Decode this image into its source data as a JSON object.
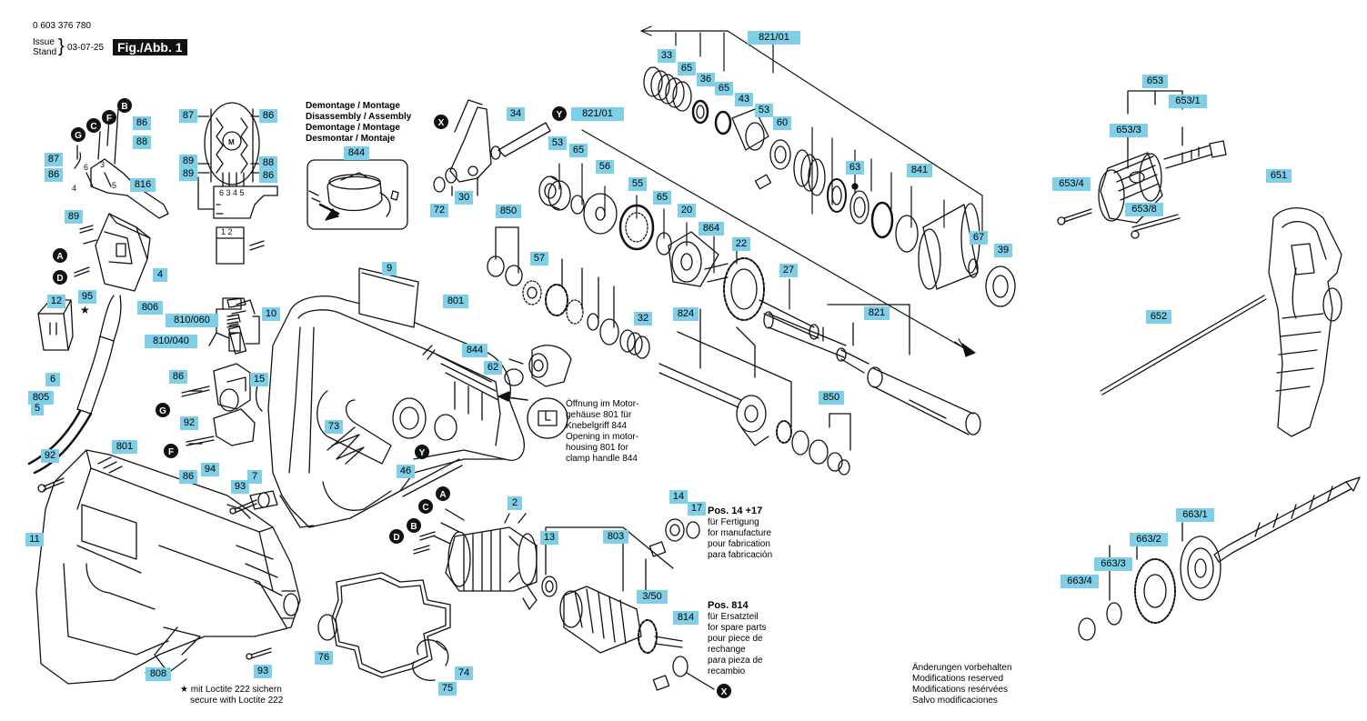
{
  "header": {
    "part_no": "0 603 376 780",
    "issue": "Issue",
    "stand": "Stand",
    "date": "03-07-25",
    "fig": "Fig./Abb. 1"
  },
  "notes": {
    "assembly": [
      "Demontage / Montage",
      "Disassembly / Assembly",
      "Demontage / Montage",
      "Desmontar / Montaje"
    ],
    "opening": [
      "Öffnung im Motor-",
      "gehäuse 801 für",
      "Knebelgriff 844",
      "Opening in motor-",
      "housing 801 for",
      "clamp handle 844"
    ],
    "pos1417_title": "Pos. 14 +17",
    "pos1417": [
      "für Fertigung",
      "for manufacture",
      "pour fabrication",
      "para fabricaciòn"
    ],
    "pos814_title": "Pos. 814",
    "pos814": [
      "für Ersatzteil",
      "for spare parts",
      "pour piece de",
      "rechange",
      "para pieza de",
      "recambio"
    ],
    "loctite": [
      "★ mit Loctite 222 sichern",
      "secure with Loctite 222"
    ],
    "modifications": [
      "Änderungen vorbehalten",
      "Modifications reserved",
      "Modifications resérvées",
      "Salvo modificaciones"
    ]
  },
  "letters": [
    "A",
    "B",
    "C",
    "D",
    "F",
    "G",
    "X",
    "Y"
  ],
  "labels": [
    {
      "text": "33"
    },
    {
      "text": "65"
    },
    {
      "text": "36"
    },
    {
      "text": "65"
    },
    {
      "text": "821/01"
    },
    {
      "text": "43"
    },
    {
      "text": "53"
    },
    {
      "text": "60"
    },
    {
      "text": "34"
    },
    {
      "text": "821/01"
    },
    {
      "text": "53"
    },
    {
      "text": "65"
    },
    {
      "text": "56"
    },
    {
      "text": "63"
    },
    {
      "text": "841"
    },
    {
      "text": "55"
    },
    {
      "text": "65"
    },
    {
      "text": "20"
    },
    {
      "text": "22"
    },
    {
      "text": "864"
    },
    {
      "text": "30"
    },
    {
      "text": "72"
    },
    {
      "text": "850"
    },
    {
      "text": "57"
    },
    {
      "text": "27"
    },
    {
      "text": "67"
    },
    {
      "text": "39"
    },
    {
      "text": "801"
    },
    {
      "text": "9"
    },
    {
      "text": "844"
    },
    {
      "text": "62"
    },
    {
      "text": "32"
    },
    {
      "text": "824"
    },
    {
      "text": "821"
    },
    {
      "text": "850"
    },
    {
      "text": "87"
    },
    {
      "text": "86"
    },
    {
      "text": "89"
    },
    {
      "text": "89"
    },
    {
      "text": "88"
    },
    {
      "text": "86"
    },
    {
      "text": "844"
    },
    {
      "text": "86"
    },
    {
      "text": "88"
    },
    {
      "text": "87"
    },
    {
      "text": "86"
    },
    {
      "text": "816"
    },
    {
      "text": "89"
    },
    {
      "text": "4"
    },
    {
      "text": "95"
    },
    {
      "text": "12"
    },
    {
      "text": "806"
    },
    {
      "text": "810/060"
    },
    {
      "text": "10"
    },
    {
      "text": "810/040"
    },
    {
      "text": "6"
    },
    {
      "text": "805"
    },
    {
      "text": "5"
    },
    {
      "text": "86"
    },
    {
      "text": "15"
    },
    {
      "text": "92"
    },
    {
      "text": "73"
    },
    {
      "text": "86"
    },
    {
      "text": "94"
    },
    {
      "text": "92"
    },
    {
      "text": "801"
    },
    {
      "text": "93"
    },
    {
      "text": "7"
    },
    {
      "text": "46"
    },
    {
      "text": "11"
    },
    {
      "text": "93"
    },
    {
      "text": "808"
    },
    {
      "text": "2"
    },
    {
      "text": "13"
    },
    {
      "text": "803"
    },
    {
      "text": "3/50"
    },
    {
      "text": "814"
    },
    {
      "text": "14"
    },
    {
      "text": "17"
    },
    {
      "text": "76"
    },
    {
      "text": "74"
    },
    {
      "text": "75"
    },
    {
      "text": "653"
    },
    {
      "text": "653/1"
    },
    {
      "text": "653/3"
    },
    {
      "text": "653/4"
    },
    {
      "text": "653/8"
    },
    {
      "text": "651"
    },
    {
      "text": "652"
    },
    {
      "text": "663/1"
    },
    {
      "text": "663/2"
    },
    {
      "text": "663/3"
    },
    {
      "text": "663/4"
    }
  ],
  "motor_detail": [
    "6 3 4 5",
    "1 2"
  ],
  "wire_numbers": [
    "6",
    "3",
    "4",
    "5"
  ],
  "accent": "#7fcfe8"
}
